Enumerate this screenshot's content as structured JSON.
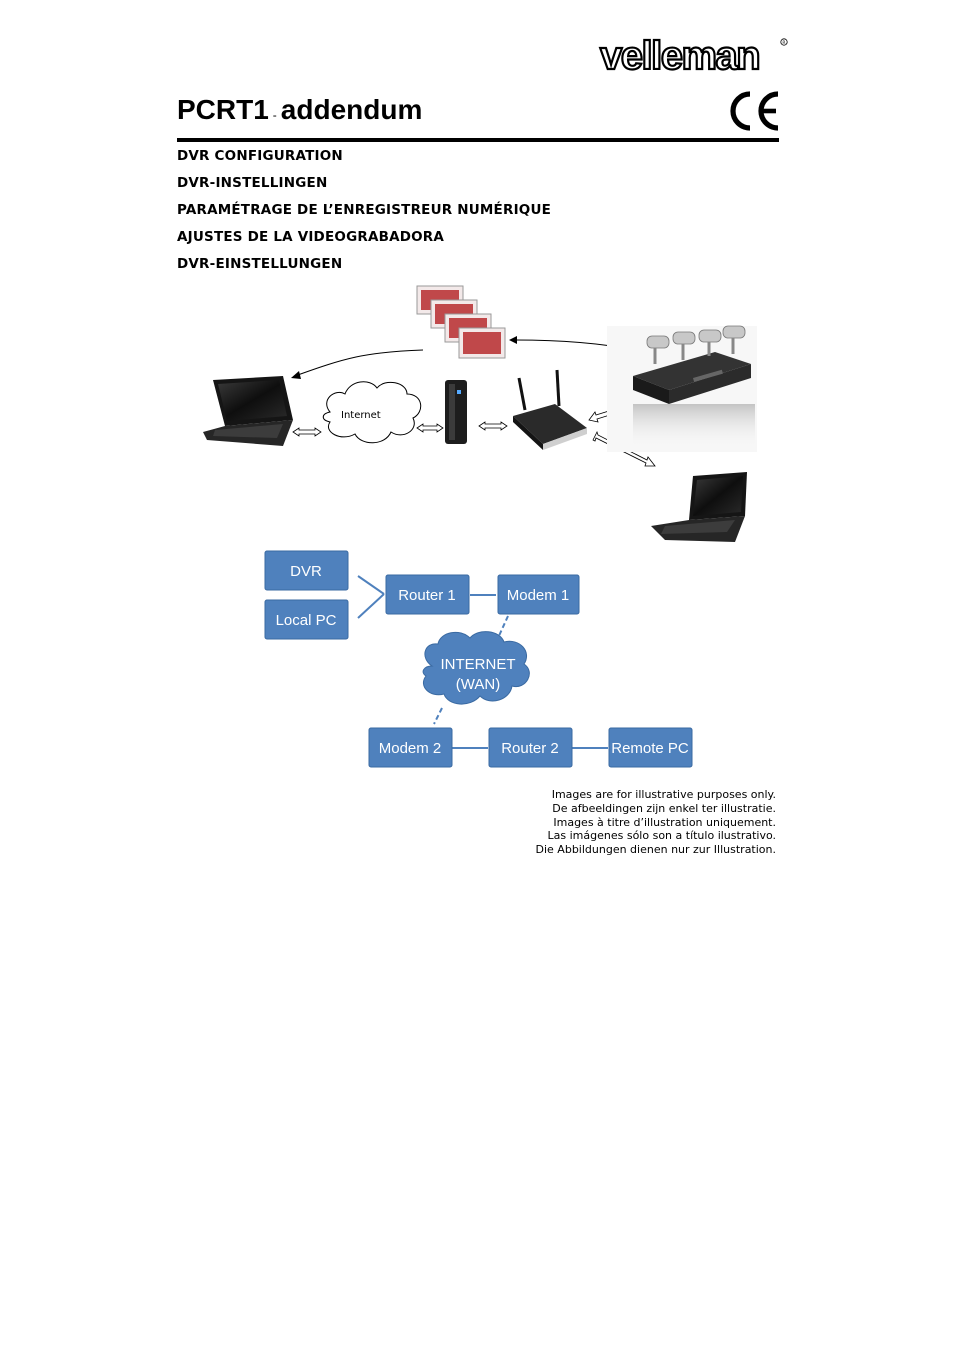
{
  "header": {
    "brand": "velleman",
    "title": "PCRT1",
    "title_sep": "-",
    "subtitle": "addendum",
    "ce_mark": "CE"
  },
  "headings": [
    "DVR CONFIGURATION",
    "DVR-INSTELLINGEN",
    "PARAMÉTRAGE DE L’ENREGISTREUR NUMÉRIQUE",
    "AJUSTES DE LA VIDEOGRABADORA",
    "DVR-EINSTELLUNGEN"
  ],
  "illustration": {
    "cloud_label": "Internet"
  },
  "network_diagram": {
    "nodes": {
      "dvr": "DVR",
      "local_pc": "Local PC",
      "router1": "Router 1",
      "modem1": "Modem 1",
      "internet_line1": "INTERNET",
      "internet_line2": "(WAN)",
      "modem2": "Modem 2",
      "router2": "Router 2",
      "remote_pc": "Remote PC"
    },
    "colors": {
      "node_fill": "#4f81bd",
      "node_stroke": "#3a6aa2",
      "link": "#4f81bd"
    }
  },
  "disclaimer": [
    "Images are for illustrative purposes only.",
    "De afbeeldingen zijn enkel ter illustratie.",
    "Images à titre d’illustration uniquement.",
    "Las imágenes sólo son a título ilustrativo.",
    "Die Abbildungen dienen nur zur Illustration."
  ]
}
